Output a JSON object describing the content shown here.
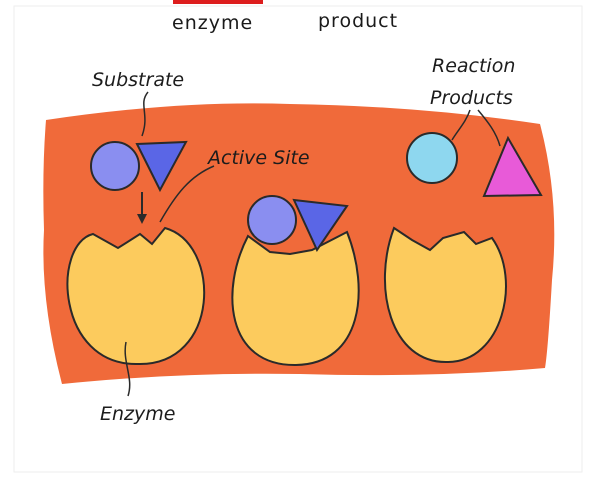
{
  "header": {
    "left_word": "enzyme",
    "right_word": "product"
  },
  "labels": {
    "substrate": "Substrate",
    "active_site": "Active Site",
    "reaction_line1": "Reaction",
    "reaction_line2": "Products",
    "enzyme": "Enzyme"
  },
  "colors": {
    "background_blob": "#f06a3a",
    "enzyme_fill": "#fccb5d",
    "substrate_circle": "#8a8ef0",
    "substrate_triangle": "#5a66e6",
    "product_circle": "#8ed7ef",
    "product_triangle": "#e85ad8",
    "header_accent": "#dd1d1d"
  }
}
